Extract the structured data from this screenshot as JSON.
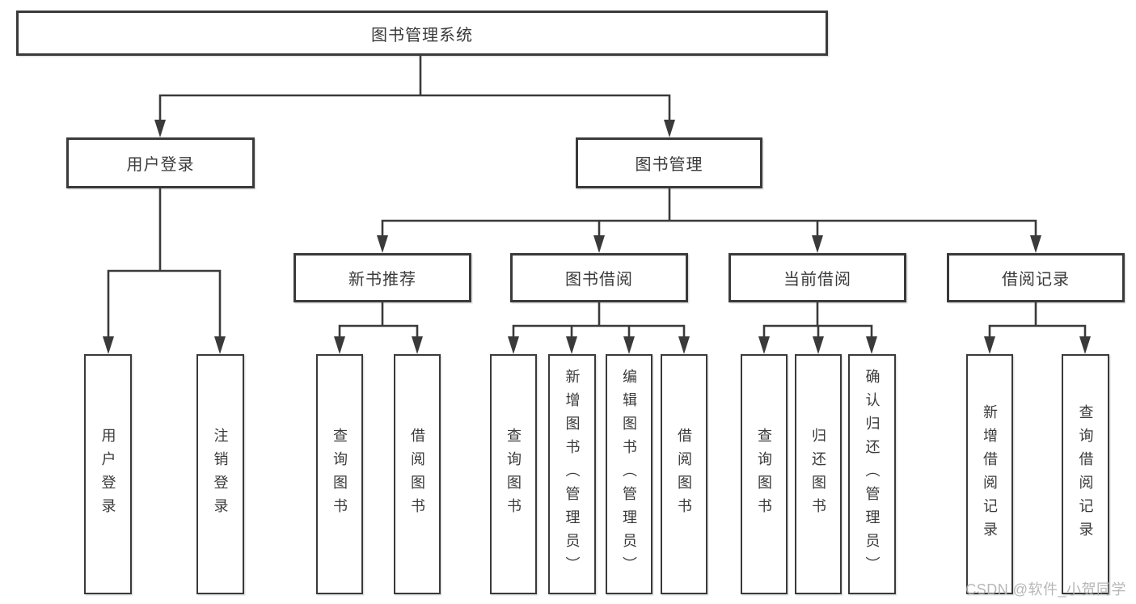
{
  "diagram": {
    "root": {
      "label": "图书管理系统"
    },
    "branches": [
      {
        "label": "用户登录",
        "children": [
          "用户登录",
          "注销登录"
        ]
      },
      {
        "label": "图书管理",
        "sections": [
          {
            "label": "新书推荐",
            "children": [
              "查询图书",
              "借阅图书"
            ]
          },
          {
            "label": "图书借阅",
            "children": [
              "查询图书",
              "新增图书（管理员）",
              "编辑图书（管理员）",
              "借阅图书"
            ]
          },
          {
            "label": "当前借阅",
            "children": [
              "查询图书",
              "归还图书",
              "确认归还（管理员）"
            ]
          },
          {
            "label": "借阅记录",
            "children": [
              "新增借阅记录",
              "查询借阅记录"
            ]
          }
        ]
      }
    ]
  },
  "watermark": {
    "text": "CSDN @软件_小贺同学"
  },
  "colors": {
    "line": "#3a3a3a",
    "text": "#3a3a3a",
    "watermark": "#b0b0b0",
    "background": "#ffffff"
  }
}
